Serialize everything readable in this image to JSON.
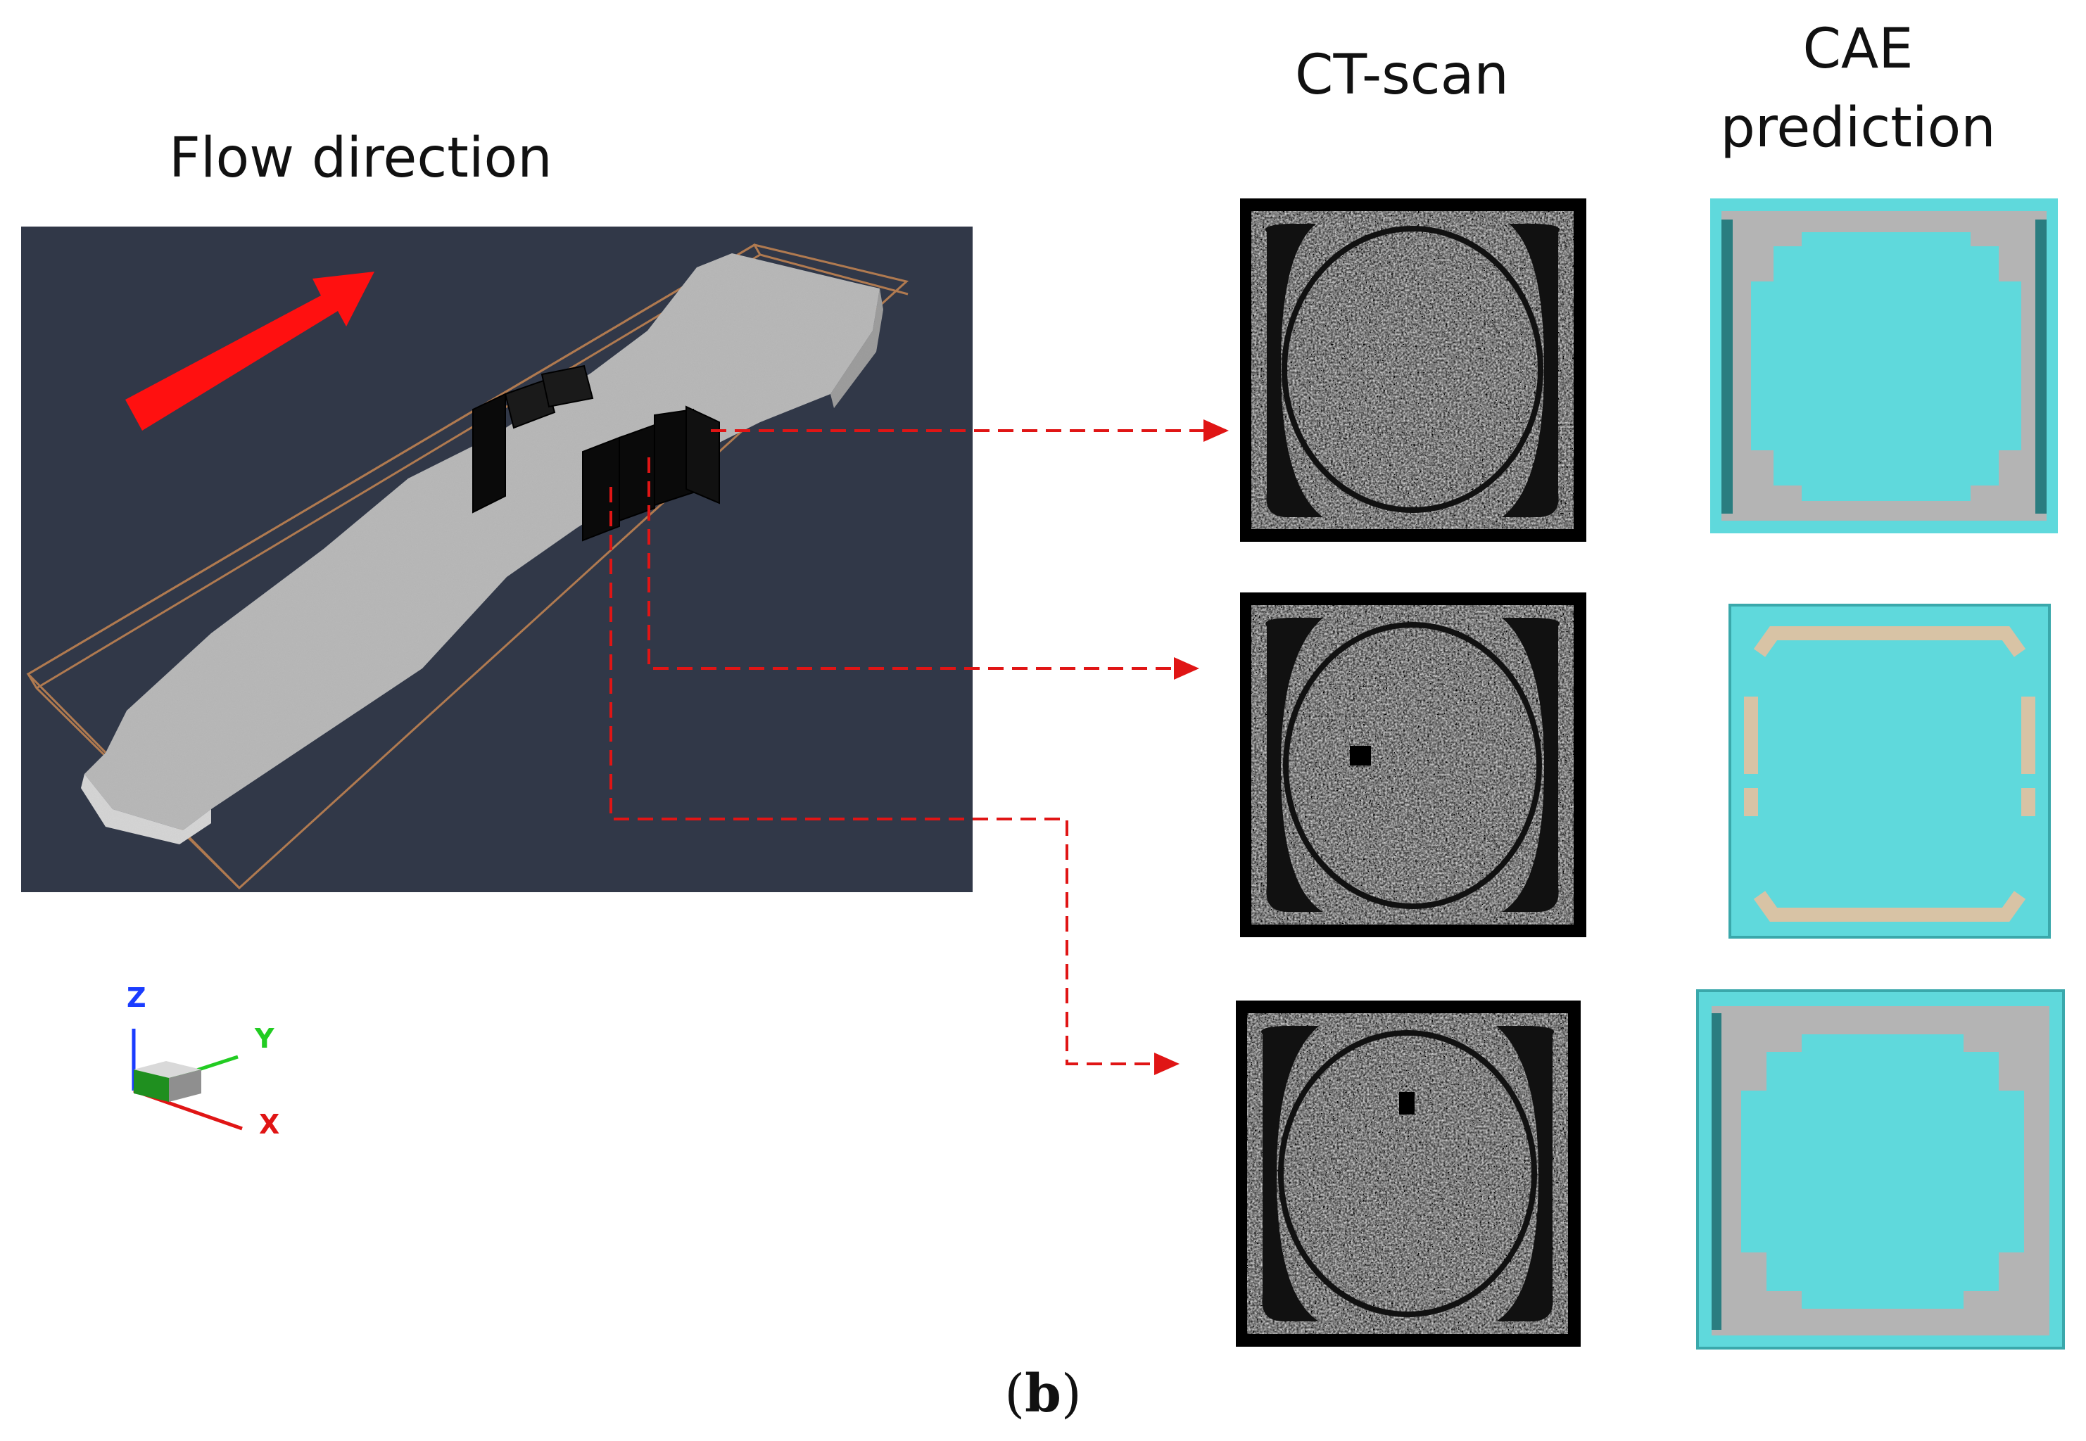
{
  "left_panel": {
    "title": "Flow direction",
    "background_color": "#313848",
    "flow_arrow_color": "#ff1010",
    "specimen_color": "#b9b9b9",
    "bounding_box_color": "#b07a50",
    "axes": {
      "z_label": "Z",
      "y_label": "Y",
      "x_label": "X",
      "z_color": "#1a3cff",
      "y_color": "#22cc22",
      "x_color": "#e01515"
    }
  },
  "columns": {
    "ct_header": "CT-scan",
    "cae_header_line1": "CAE",
    "cae_header_line2": "prediction"
  },
  "connectors": {
    "color": "#e01515",
    "style": "dashed-with-arrowhead",
    "count": 3
  },
  "ct_scans": [
    {
      "row": 1
    },
    {
      "row": 2
    },
    {
      "row": 3
    }
  ],
  "cae_predictions": [
    {
      "row": 1,
      "fill_color": "#5fd9dc",
      "defect_color": "#b4b4b4"
    },
    {
      "row": 2,
      "fill_color": "#5fd9dc",
      "defect_color": "#d8c3a5"
    },
    {
      "row": 3,
      "fill_color": "#5fd9dc",
      "defect_color": "#b4b4b4"
    }
  ],
  "caption": {
    "open": "(",
    "letter": "b",
    "close": ")"
  }
}
